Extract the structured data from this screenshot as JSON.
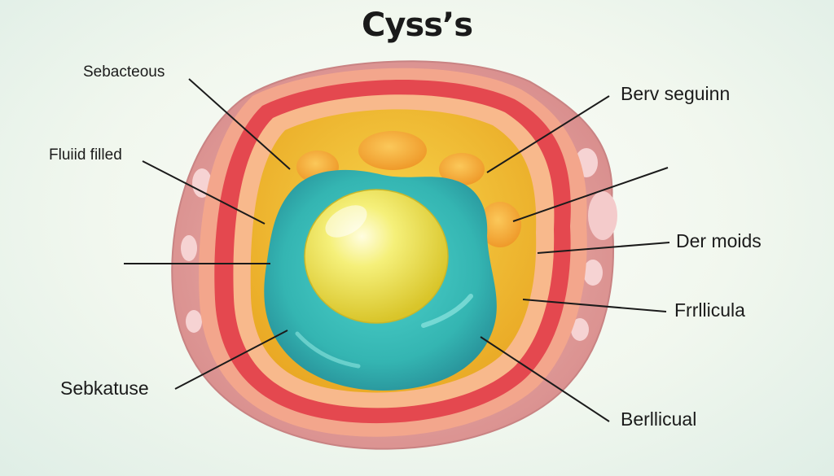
{
  "title": "Cyss’s",
  "labels": {
    "sebacteous": "Sebacteous",
    "fluid_filled": "Fluiid filled",
    "sebkatuse": "Sebkatuse",
    "berv_seguinn": "Berv seguinn",
    "der_moids": "Der moids",
    "frrllicula": "Frrllicula",
    "berllicual": "Berllicual"
  },
  "colors": {
    "outer_skin": "#e9a9a4",
    "red_ring": "#e64b52",
    "peach_ring": "#f6b482",
    "yellow_fill": "#f3c13a",
    "orange_lobe": "#f6a93a",
    "teal_layer": "#3cbcb8",
    "core_yellow": "#ecec5a",
    "leader_line": "#1b1b1b"
  }
}
